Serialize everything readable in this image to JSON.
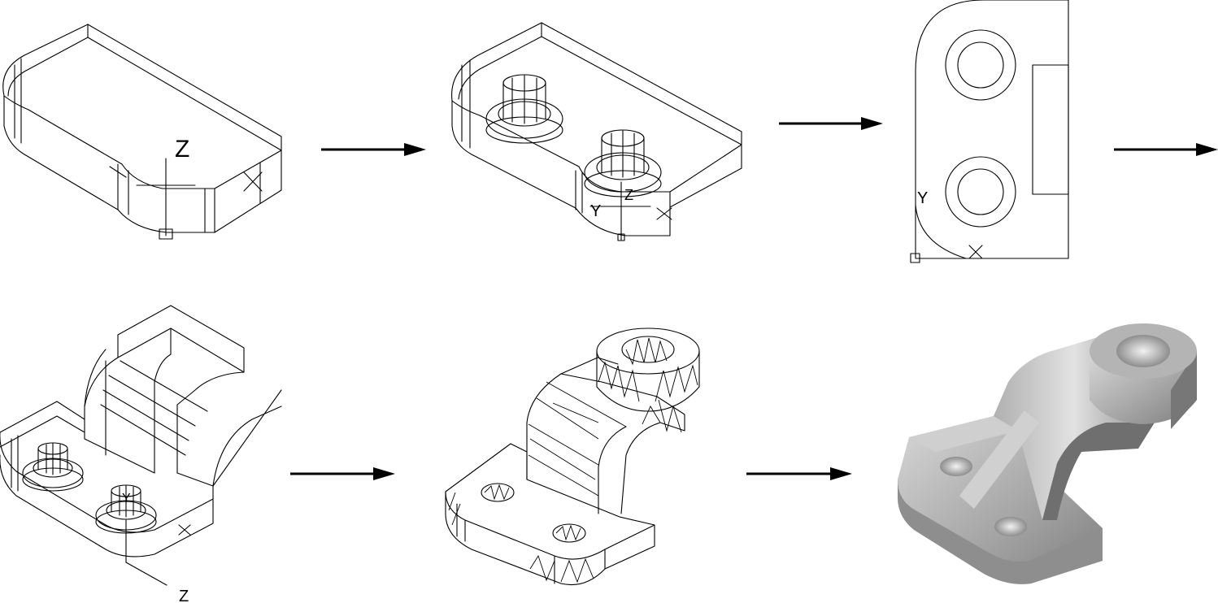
{
  "colors": {
    "line": "#000000",
    "shade_light": "#d4d4d4",
    "shade_mid": "#a9a9a9",
    "shade_dark": "#7a7a7a",
    "background": "#ffffff"
  },
  "axis_labels": {
    "step1_z": "Z",
    "step2_y": "Y",
    "step2_z": "Z",
    "step3_y": "Y",
    "step4_y": "Y",
    "step4_z": "Z"
  },
  "icons": {
    "arrow": "right-arrow-icon",
    "ucs": "ucs-icon"
  }
}
